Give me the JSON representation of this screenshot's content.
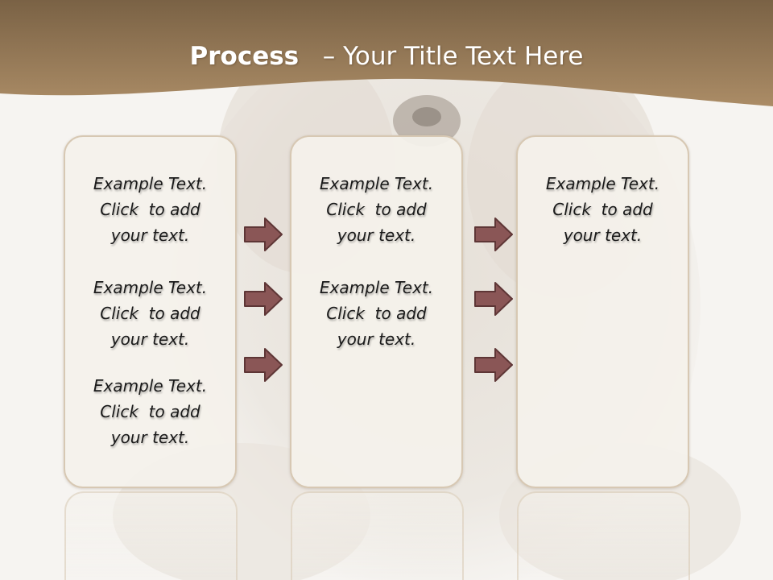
{
  "title": {
    "bold": "Process",
    "rest": "– Your Title Text Here"
  },
  "colors": {
    "header_dark": "#7a6245",
    "header_light": "#ab8c66",
    "box_border": "#d7c8b3",
    "arrow_fill": "#8a5656",
    "arrow_stroke": "#5e3636"
  },
  "columns": [
    {
      "items": [
        {
          "line1": "Example Text.",
          "line2": "Click  to add",
          "line3": "your text."
        },
        {
          "line1": "Example Text.",
          "line2": "Click  to add",
          "line3": "your text."
        },
        {
          "line1": "Example Text.",
          "line2": "Click  to add",
          "line3": "your text."
        }
      ]
    },
    {
      "items": [
        {
          "line1": "Example Text.",
          "line2": "Click  to add",
          "line3": "your text."
        },
        {
          "line1": "Example Text.",
          "line2": "Click  to add",
          "line3": "your text."
        }
      ]
    },
    {
      "items": [
        {
          "line1": "Example Text.",
          "line2": "Click  to add",
          "line3": "your text."
        }
      ]
    }
  ],
  "arrow_icon": "right-arrow-icon"
}
